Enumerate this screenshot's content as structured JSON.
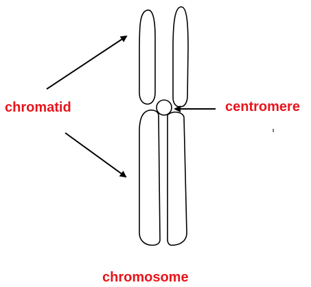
{
  "labels": {
    "chromatid": "chromatid",
    "centromere": "centromere",
    "chromosome": "chromosome"
  },
  "colors": {
    "label_color": "#e8141b",
    "line_color": "#000000",
    "background": "#ffffff"
  }
}
